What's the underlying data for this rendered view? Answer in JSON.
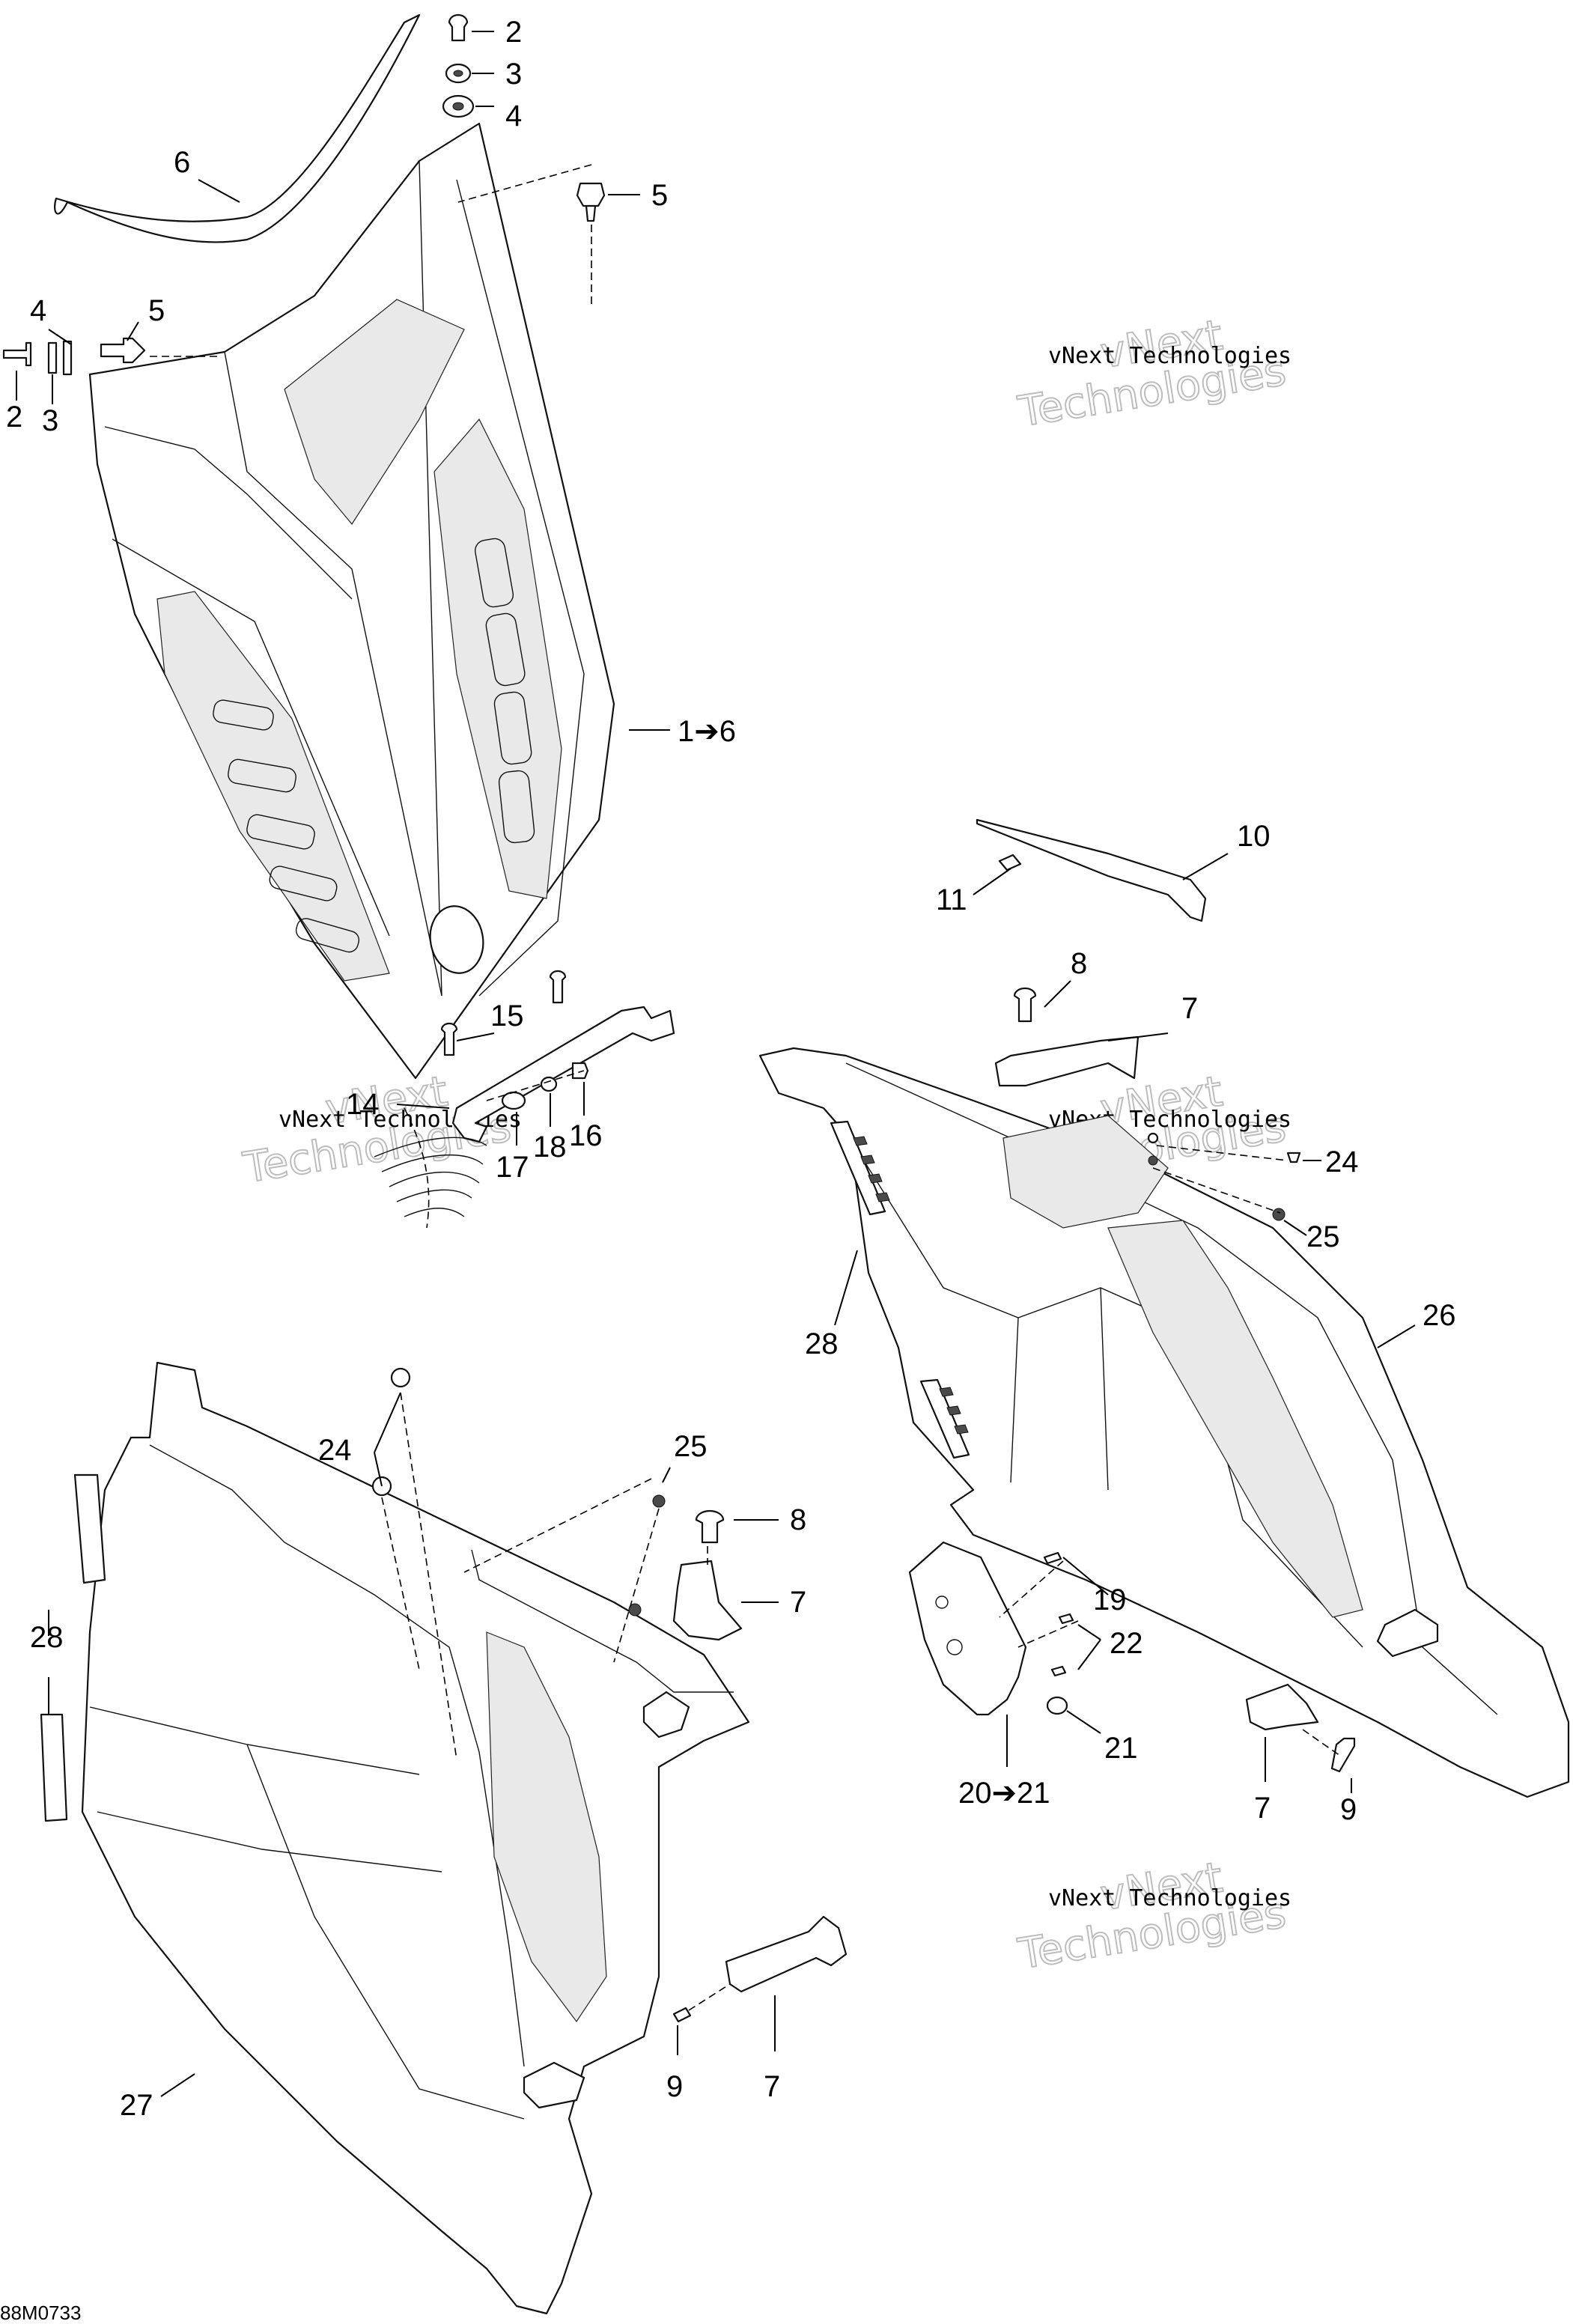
{
  "diagram_code": "88M0733",
  "watermark": {
    "line1": "vNext Technologies",
    "big_a": "vNext",
    "big_b": "Technologies"
  },
  "callouts": [
    {
      "id": "c-2a",
      "text": "2"
    },
    {
      "id": "c-3a",
      "text": "3"
    },
    {
      "id": "c-4a",
      "text": "4"
    },
    {
      "id": "c-5a",
      "text": "5"
    },
    {
      "id": "c-6",
      "text": "6"
    },
    {
      "id": "c-4b",
      "text": "4"
    },
    {
      "id": "c-5b",
      "text": "5"
    },
    {
      "id": "c-2b",
      "text": "2"
    },
    {
      "id": "c-3b",
      "text": "3"
    },
    {
      "id": "c-1to6",
      "text": "1➔6"
    },
    {
      "id": "c-10",
      "text": "10"
    },
    {
      "id": "c-11",
      "text": "11"
    },
    {
      "id": "c-8a",
      "text": "8"
    },
    {
      "id": "c-7a",
      "text": "7"
    },
    {
      "id": "c-15",
      "text": "15"
    },
    {
      "id": "c-14",
      "text": "14"
    },
    {
      "id": "c-16",
      "text": "16"
    },
    {
      "id": "c-18",
      "text": "18"
    },
    {
      "id": "c-17",
      "text": "17"
    },
    {
      "id": "c-24a",
      "text": "24"
    },
    {
      "id": "c-25a",
      "text": "25"
    },
    {
      "id": "c-26",
      "text": "26"
    },
    {
      "id": "c-28a",
      "text": "28"
    },
    {
      "id": "c-24b",
      "text": "24"
    },
    {
      "id": "c-25b",
      "text": "25"
    },
    {
      "id": "c-8b",
      "text": "8"
    },
    {
      "id": "c-7b",
      "text": "7"
    },
    {
      "id": "c-28b",
      "text": "28"
    },
    {
      "id": "c-19",
      "text": "19"
    },
    {
      "id": "c-22",
      "text": "22"
    },
    {
      "id": "c-21",
      "text": "21"
    },
    {
      "id": "c-20to21",
      "text": "20➔21"
    },
    {
      "id": "c-7c",
      "text": "7"
    },
    {
      "id": "c-9a",
      "text": "9"
    },
    {
      "id": "c-9b",
      "text": "9"
    },
    {
      "id": "c-7d",
      "text": "7"
    },
    {
      "id": "c-27",
      "text": "27"
    }
  ]
}
